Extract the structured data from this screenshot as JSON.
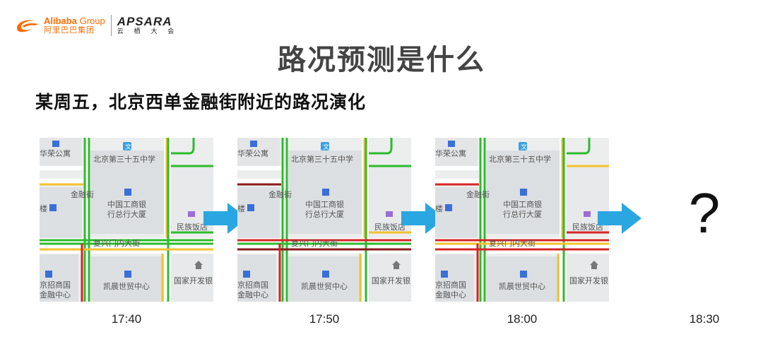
{
  "header": {
    "alibaba_en": "Alibaba",
    "alibaba_group": " Group",
    "alibaba_cn": "阿里巴巴集团",
    "apsara_en": "APSARA",
    "apsara_cn": "云 栖 大 会"
  },
  "title": "路况预测是什么",
  "subtitle": "某周五，北京西单金融街附近的路况演化",
  "map_labels": {
    "apartment": "华荣公寓",
    "school": "北京第三十五中学",
    "plaza": "金融街",
    "bank_line1": "中国工商银",
    "bank_line2": "行总行大厦",
    "hotel": "民族饭店",
    "street": "复兴门内大街",
    "merchant_line1": "京招商国",
    "merchant_line2": "金融中心",
    "trade": "凯晨世贸中心",
    "devbank": "国家开发银",
    "side": "楼"
  },
  "frames": [
    {
      "time": "17:40"
    },
    {
      "time": "17:50"
    },
    {
      "time": "18:00"
    },
    {
      "time": "18:30"
    }
  ],
  "future_symbol": "?",
  "colors": {
    "free": "#2dbb2d",
    "slow": "#f2c230",
    "jam": "#d62424",
    "heavy": "#8b1a1a",
    "arrow": "#2aa6e0",
    "alibaba": "#ff6a00"
  }
}
